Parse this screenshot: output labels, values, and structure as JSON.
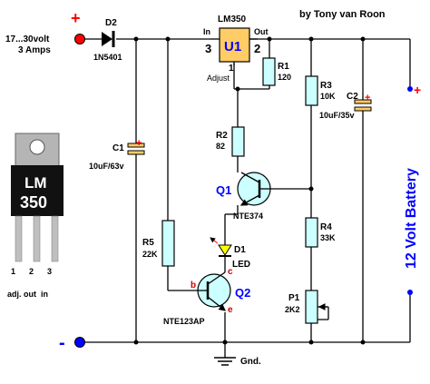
{
  "credit": "by Tony van Roon",
  "input": {
    "plus": "+",
    "minus": "-",
    "voltage": "17...30volt",
    "current": "3 Amps"
  },
  "battery_label": "12 Volt Battery",
  "ground_label": "Gnd.",
  "regulator": {
    "name": "LM350",
    "ref": "U1",
    "pin_in_label": "In",
    "pin_out_label": "Out",
    "pin_adj_label": "Adjust",
    "pin_in_num": "3",
    "pin_out_num": "2",
    "pin_adj_num": "1"
  },
  "package": {
    "line1": "LM",
    "line2": "350",
    "pins": [
      "1",
      "2",
      "3"
    ],
    "pin_names": "adj. out  in"
  },
  "d2": {
    "ref": "D2",
    "part": "1N5401"
  },
  "c1": {
    "ref": "C1",
    "value": "10uF/63v",
    "plus": "+"
  },
  "c2": {
    "ref": "C2",
    "value": "10uF/35v",
    "plus": "+"
  },
  "r1": {
    "ref": "R1",
    "value": "120"
  },
  "r2": {
    "ref": "R2",
    "value": "82"
  },
  "r3": {
    "ref": "R3",
    "value": "10K"
  },
  "r4": {
    "ref": "R4",
    "value": "33K"
  },
  "r5": {
    "ref": "R5",
    "value": "22K"
  },
  "p1": {
    "ref": "P1",
    "value": "2K2"
  },
  "q1": {
    "ref": "Q1",
    "part": "NTE374"
  },
  "q2": {
    "ref": "Q2",
    "part": "NTE123AP",
    "b": "b",
    "c": "c",
    "e": "e"
  },
  "d1": {
    "ref": "D1",
    "part": "LED"
  },
  "colors": {
    "wire": "#000000",
    "component_fill": "#ccffff",
    "regulator_fill": "#ffcc66",
    "terminal": "#ff0000",
    "accent_blue": "#0000ff",
    "plus_red": "#ff0000"
  }
}
